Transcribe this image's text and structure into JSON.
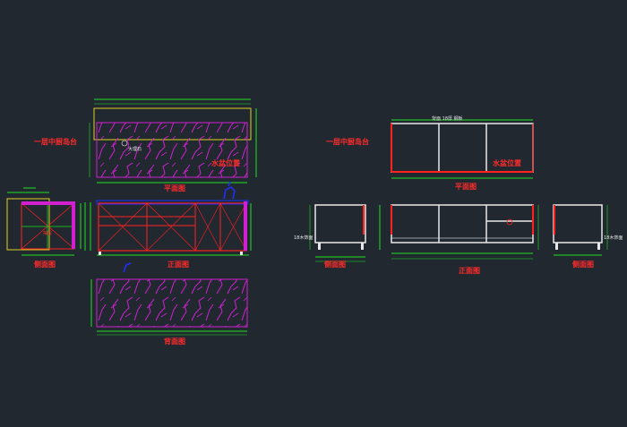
{
  "labels": {
    "left_main_caption": "一层中厨岛台",
    "left_sink_position": "水盆位置",
    "left_plan_view": "平面图",
    "left_side_view": "侧面图",
    "left_front_view": "正面图",
    "left_back_view": "背面图",
    "left_marble_note": "大理石",
    "left_inner_note": "抽屉",
    "right_main_caption": "一层中厨岛台",
    "right_top_note": "背面 18厚 钢板",
    "right_sink_position": "水盆位置",
    "right_plan_view": "平面图",
    "right_side_left_view": "侧面图",
    "right_front_view": "正面图",
    "right_side_right_view": "侧面图",
    "right_left_note": "18木饰面",
    "right_right_note": "18木饰面"
  },
  "colors": {
    "background": "#212830",
    "outline_white": "#e8e8e8",
    "outline_red": "#ff2020",
    "dimension_green": "#20e020",
    "marble_magenta": "#d020d0",
    "border_yellow": "#e0d020",
    "fixture_blue": "#2030ff",
    "label_red": "#ff2b2b"
  }
}
